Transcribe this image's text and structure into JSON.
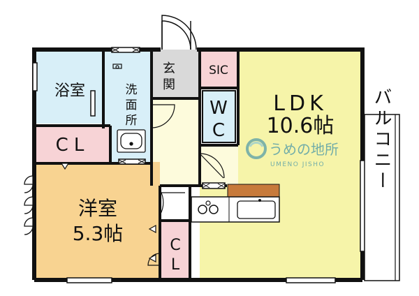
{
  "rooms": {
    "bath": "浴室",
    "washroom": "洗面所",
    "entrance": "玄関",
    "sic": "SIC",
    "wc_top": "W",
    "wc_bottom": "C",
    "ldk_name": "LDK",
    "ldk_size": "10.6帖",
    "cl_left": "CL",
    "western_name": "洋室",
    "western_size": "5.3帖",
    "cl_small_top": "C",
    "cl_small_bottom": "L",
    "balcony": "バルコニー"
  },
  "watermark": {
    "jp": "うめの地所",
    "en": "UMENO JISHO"
  },
  "colors": {
    "bath": "#d8eff8",
    "washroom": "#d8eff8",
    "entrance": "#d9d9d9",
    "sic": "#f7d3d6",
    "wc": "#d8eff8",
    "ldk": "#f6f4a9",
    "closet": "#f7d3d6",
    "western": "#f8d391",
    "hall": "#fdfbdc",
    "wall": "#111111",
    "watermark": "#1b7ea8",
    "counter": "#c77a3b"
  }
}
